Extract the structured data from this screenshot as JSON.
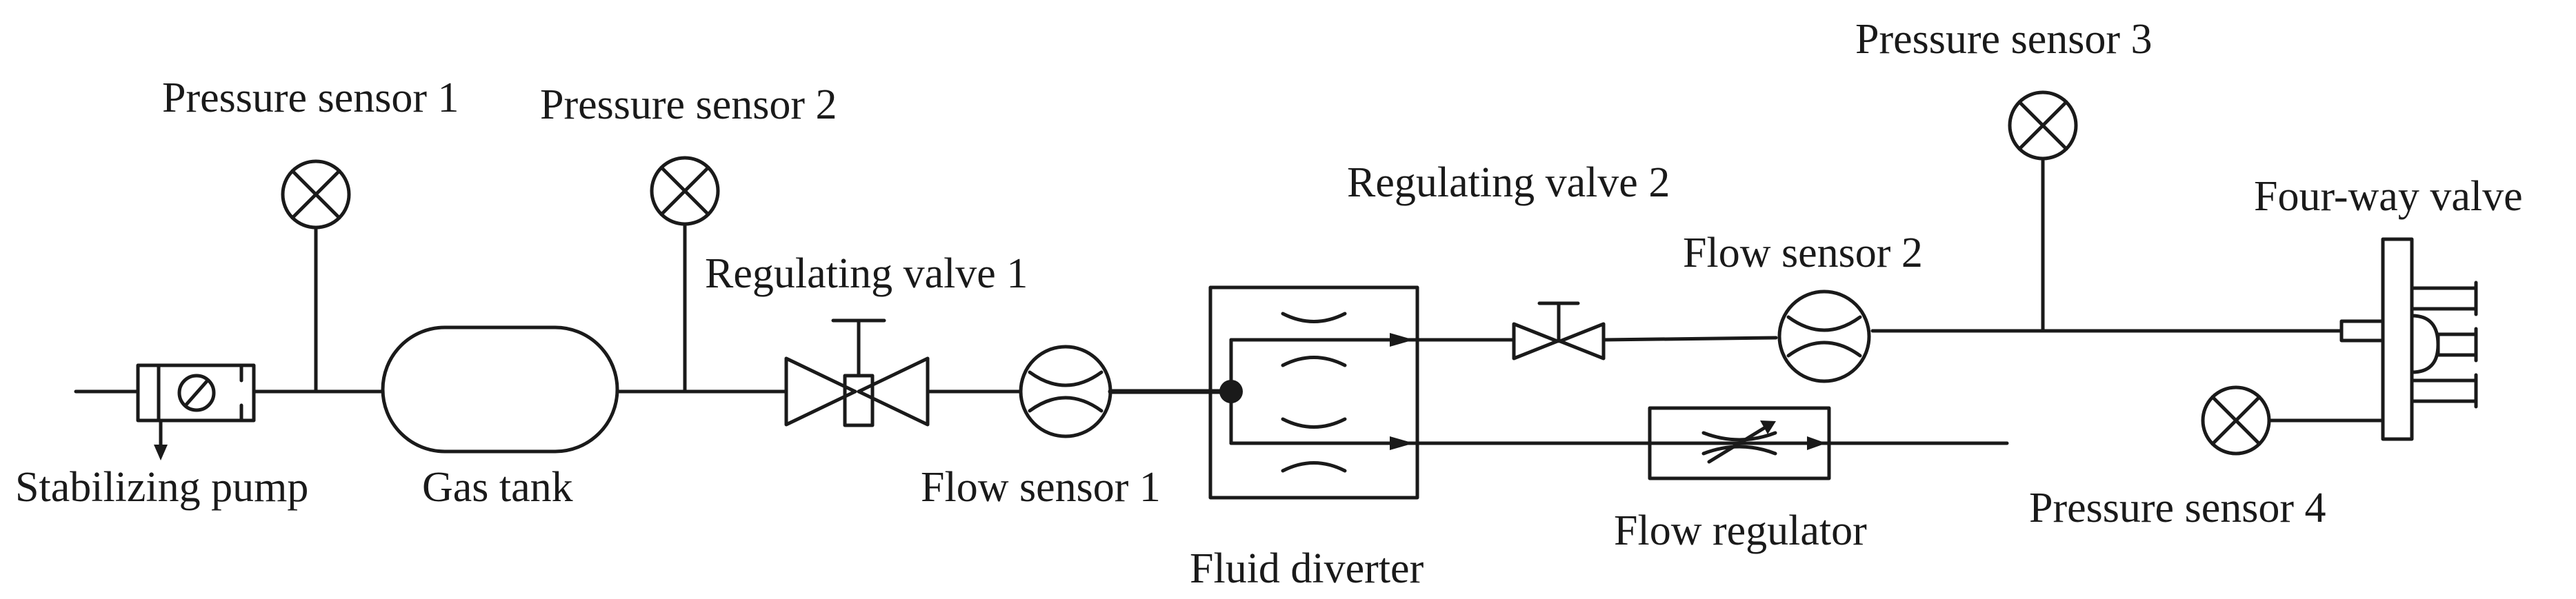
{
  "labels": {
    "pressure_sensor_1": "Pressure sensor 1",
    "pressure_sensor_2": "Pressure sensor 2",
    "pressure_sensor_3": "Pressure sensor 3",
    "pressure_sensor_4": "Pressure sensor 4",
    "regulating_valve_1": "Regulating valve 1",
    "regulating_valve_2": "Regulating valve 2",
    "flow_sensor_1": "Flow sensor 1",
    "flow_sensor_2": "Flow sensor 2",
    "four_way_valve": "Four-way valve",
    "stabilizing_pump": "Stabilizing pump",
    "gas_tank": "Gas tank",
    "fluid_diverter": "Fluid diverter",
    "flow_regulator": "Flow regulator"
  },
  "colors": {
    "line": "#1a1a1a",
    "background": "#ffffff"
  }
}
